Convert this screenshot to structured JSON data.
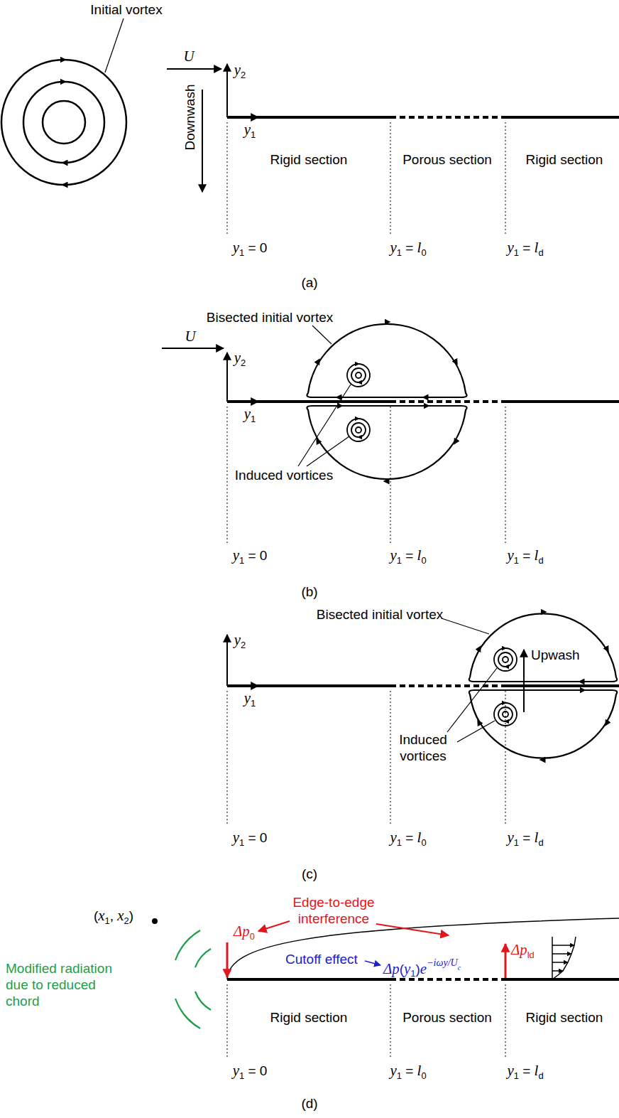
{
  "diagram": {
    "labels": [
      "Initial vortex",
      "U",
      "y2",
      "y1",
      "Downwash",
      "Rigid section",
      "Porous section",
      "Rigid section",
      "y1 = 0",
      "y1 = l0",
      "y1 = ld",
      "(a)",
      "Bisected initial vortex",
      "U",
      "y2",
      "y1",
      "Induced vortices",
      "y1 = 0",
      "y1 = l0",
      "y1 = ld",
      "(b)",
      "Bisected initial vortex",
      "y2",
      "y1",
      "Upwash",
      "Induced vortices",
      "y1 = 0",
      "y1 = l0",
      "y1 = ld",
      "(c)",
      "(x1, x2)",
      "Edge-to-edge interference",
      "Δp0",
      "Cutoff effect",
      "Δp(y1)e−iωy/Uc",
      "Δpld",
      "Modified radiation due to reduced chord",
      "Rigid section",
      "Porous section",
      "Rigid section",
      "y1 = 0",
      "y1 = l0",
      "y1 = ld",
      "(d)"
    ]
  }
}
